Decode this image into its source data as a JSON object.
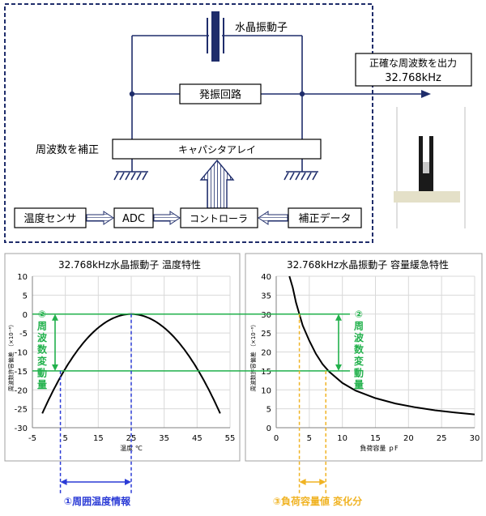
{
  "block": {
    "crystal_label": "水晶振動子",
    "osc_label": "発振回路",
    "output_line1": "正確な周波数を出力",
    "output_line2": "32.768kHz",
    "correct_label": "周波数を補正",
    "cap_array_label": "キャパシタアレイ",
    "temp_sensor_label": "温度センサ",
    "adc_label": "ADC",
    "controller_label": "コントローラ",
    "corr_data_label": "補正データ"
  },
  "colors": {
    "navy": "#1f2d6b",
    "green": "#22b14c",
    "blue": "#2b3bd6",
    "orange": "#f0b323",
    "grid": "#d9d9d9"
  },
  "annot": {
    "vchar_label_left": [
      "②",
      "周",
      "波",
      "数",
      "変",
      "動",
      "量"
    ],
    "vchar_label_right": [
      "②",
      "周",
      "波",
      "数",
      "変",
      "動",
      "量"
    ],
    "bottom_left": "①周囲温度情報",
    "bottom_right": "③負荷容量値 変化分"
  },
  "chart_data": [
    {
      "type": "line",
      "title": "32.768kHz水晶振動子 温度特性",
      "xlabel": "温度 ℃",
      "ylabel": "周波数許容偏差 （×10⁻⁶）",
      "xlim": [
        -5,
        55
      ],
      "ylim": [
        -30,
        10
      ],
      "xticks": [
        -5,
        5,
        15,
        25,
        35,
        45,
        55
      ],
      "yticks": [
        10,
        5,
        0,
        -5,
        -10,
        -15,
        -20,
        -25,
        -30
      ],
      "xtick_labels": [
        "-5",
        "5",
        "15",
        "25",
        "35",
        "45",
        "55"
      ],
      "ytick_labels": [
        "10",
        "5",
        "0",
        "-5",
        "-10",
        "-15",
        "-20",
        "-25",
        "-30"
      ],
      "grid": true,
      "series": [
        {
          "x": [
            -2,
            0,
            5,
            10,
            15,
            20,
            25,
            30,
            35,
            40,
            45,
            50,
            52
          ],
          "y": [
            -30.0,
            -26.4,
            -18.1,
            -11.2,
            -5.8,
            -2.0,
            0.0,
            -2.0,
            -5.8,
            -11.2,
            -18.1,
            -26.4,
            -30.0
          ]
        }
      ],
      "hlines": [
        0,
        -15
      ],
      "vlines": [
        3.5,
        25
      ]
    },
    {
      "type": "line",
      "title": "32.768kHz水晶振動子 容量緩急特性",
      "xlabel": "負荷容量 ｐF",
      "ylabel": "周波数許容偏差 （×10⁻⁶）",
      "xlim": [
        0,
        30
      ],
      "ylim": [
        0,
        40
      ],
      "xticks": [
        0,
        5,
        10,
        15,
        20,
        25,
        30
      ],
      "yticks": [
        40,
        35,
        30,
        25,
        20,
        15,
        10,
        5,
        0
      ],
      "xtick_labels": [
        "0",
        "5",
        "10",
        "15",
        "20",
        "25",
        "30"
      ],
      "ytick_labels": [
        "40",
        "35",
        "30",
        "25",
        "20",
        "15",
        "10",
        "5",
        "0"
      ],
      "grid": true,
      "series": [
        {
          "x": [
            2,
            2.5,
            3,
            3.5,
            4,
            5,
            6,
            7,
            8,
            10,
            12,
            15,
            18,
            21,
            24,
            27,
            30
          ],
          "y": [
            40.0,
            37.0,
            33.0,
            30.0,
            27.0,
            23.0,
            19.5,
            16.8,
            14.8,
            11.8,
            9.8,
            7.8,
            6.4,
            5.4,
            4.6,
            4.0,
            3.5
          ]
        }
      ],
      "hlines": [
        30,
        15
      ],
      "vlines": [
        3.5,
        7.5
      ]
    }
  ]
}
